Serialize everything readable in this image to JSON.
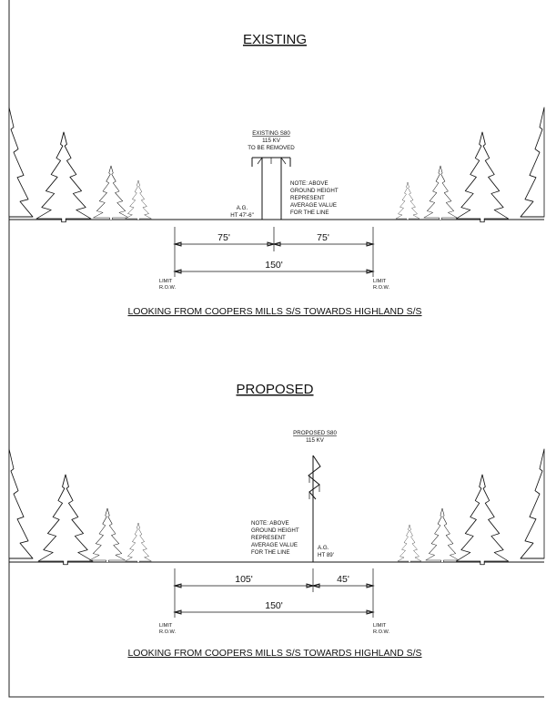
{
  "existing": {
    "heading": "EXISTING",
    "structure_label": "EXISTING S80",
    "voltage": "115 KV",
    "removal_note": "TO BE REMOVED",
    "ag_label": "A.G.",
    "height_label": "HT 47'-6\"",
    "note_lines": [
      "NOTE: ABOVE",
      "GROUND HEIGHT",
      "REPRESENT",
      "AVERAGE VALUE",
      "FOR THE LINE"
    ],
    "dim_left": "75'",
    "dim_right": "75'",
    "dim_total": "150'",
    "limit_left": [
      "LIMIT",
      "R.O.W."
    ],
    "limit_right": [
      "LIMIT",
      "R.O.W."
    ],
    "caption": "LOOKING FROM COOPERS MILLS S/S TOWARDS HIGHLAND S/S"
  },
  "proposed": {
    "heading": "PROPOSED",
    "structure_label": "PROPOSED S80",
    "voltage": "115 KV",
    "ag_label": "A.G.",
    "height_label": "HT 89'",
    "note_lines": [
      "NOTE: ABOVE",
      "GROUND HEIGHT",
      "REPRESENT",
      "AVERAGE VALUE",
      "FOR THE LINE"
    ],
    "dim_left": "105'",
    "dim_right": "45'",
    "dim_total": "150'",
    "limit_left": [
      "LIMIT",
      "R.O.W."
    ],
    "limit_right": [
      "LIMIT",
      "R.O.W."
    ],
    "caption": "LOOKING FROM COOPERS MILLS S/S TOWARDS HIGHLAND S/S"
  }
}
